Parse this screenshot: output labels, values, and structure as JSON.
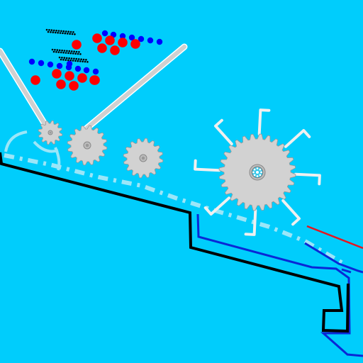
{
  "colors": {
    "background": "#00cdfc",
    "gear": "#d2d2d2",
    "gear_stroke": "#9a9a9a",
    "arm": "#d0d0d0",
    "arm_outline": "#ffffff",
    "red": "#ff0000",
    "blue": "#0000ff",
    "black": "#000000",
    "dash": "#9be6f8",
    "track_blue": "#0a28d6",
    "laser_red": "#e8141e",
    "hub_center": "#36c8ea"
  },
  "icons": [
    "small-gear-icon",
    "medium-gear-icon",
    "large-spiked-gear-icon",
    "red-ball-icon",
    "blue-ball-icon",
    "black-dot-icon"
  ],
  "objects": {
    "red_balls": 15,
    "blue_balls": 16,
    "gears": 4,
    "spikes_on_large_gear": 8
  }
}
